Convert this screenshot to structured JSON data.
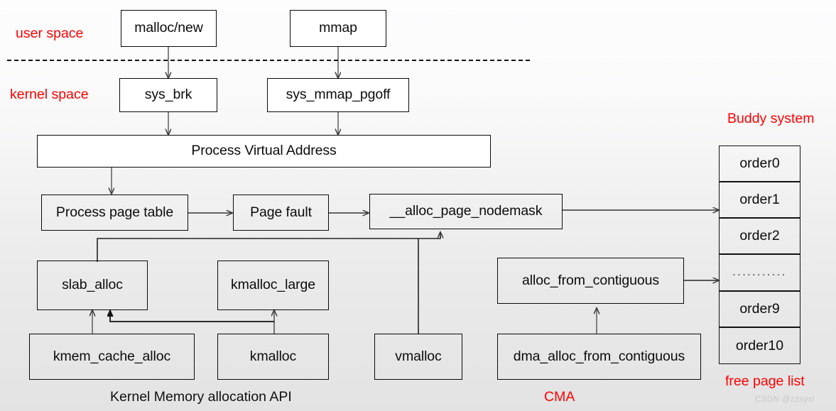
{
  "diagram": {
    "title": "Linux kernel memory allocation flow",
    "colors": {
      "accent_red": "#ff0000",
      "box_border": "#0a0a0a",
      "wire": "#444444",
      "watermark": "#c9c9c9"
    },
    "region_labels": {
      "user_space": "user space",
      "kernel_space": "kernel space",
      "buddy_system": "Buddy system",
      "free_page_list": "free page list",
      "kernel_api": "Kernel Memory allocation API",
      "cma": "CMA"
    },
    "nodes": {
      "malloc_new": "malloc/new",
      "mmap": "mmap",
      "sys_brk": "sys_brk",
      "sys_mmap_pgoff": "sys_mmap_pgoff",
      "process_virtual_address": "Process Virtual Address",
      "process_page_table": "Process page table",
      "page_fault": "Page fault",
      "alloc_page_nodemask": "__alloc_page_nodemask",
      "slab_alloc": "slab_alloc",
      "kmalloc_large": "kmalloc_large",
      "alloc_from_contiguous": "alloc_from_contiguous",
      "kmem_cache_alloc": "kmem_cache_alloc",
      "kmalloc": "kmalloc",
      "vmalloc": "vmalloc",
      "dma_alloc_from_contiguous": "dma_alloc_from_contiguous"
    },
    "buddy_orders": [
      "order0",
      "order1",
      "order2",
      "...........",
      "order9",
      "order10"
    ],
    "watermark": "CSDN @zzsyxl"
  }
}
